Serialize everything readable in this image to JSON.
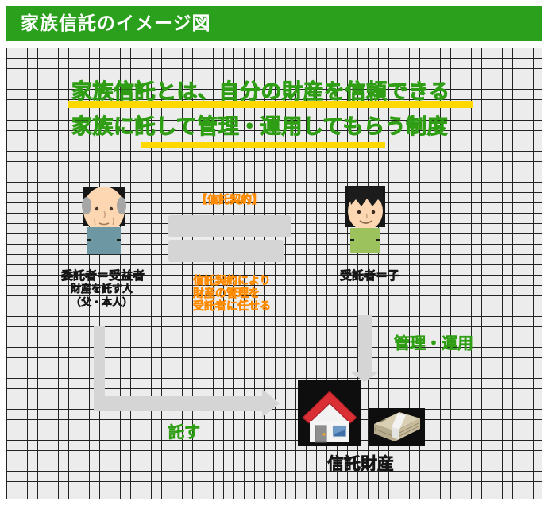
{
  "header": {
    "title": "家族信託のイメージ図"
  },
  "description": {
    "line1": "家族信託とは、自分の財産を信頼できる",
    "line2": "家族に託して管理・運用してもらう制度"
  },
  "settlor": {
    "role_label": "委託者＝受益者",
    "sub_line1": "財産を託す人",
    "sub_line2": "（父・本人）"
  },
  "trustee": {
    "role_label": "受託者＝子"
  },
  "contract": {
    "label": "【信託契約】",
    "detail_line1": "信託契約により",
    "detail_line2": "財産の管理を",
    "detail_line3": "受託者に任せる"
  },
  "flows": {
    "entrust_label": "託す",
    "manage_label": "管理・運用"
  },
  "trust_assets": {
    "label": "信託財産"
  },
  "icons": {
    "settlor_icon": "elderly-man-icon",
    "trustee_icon": "young-man-icon",
    "asset_icons": [
      "house-icon",
      "money-stack-icon"
    ],
    "arrow_icons": [
      "elbow-arrow-right-icon",
      "arrow-down-icon"
    ]
  },
  "colors": {
    "header_green": "#2aa01c",
    "text_green": "#2f9e14",
    "highlight_yellow": "#ffd800",
    "accent_orange": "#ff8c00",
    "arrow_gray": "#d5d5d5",
    "grid_background": "#ececec"
  }
}
